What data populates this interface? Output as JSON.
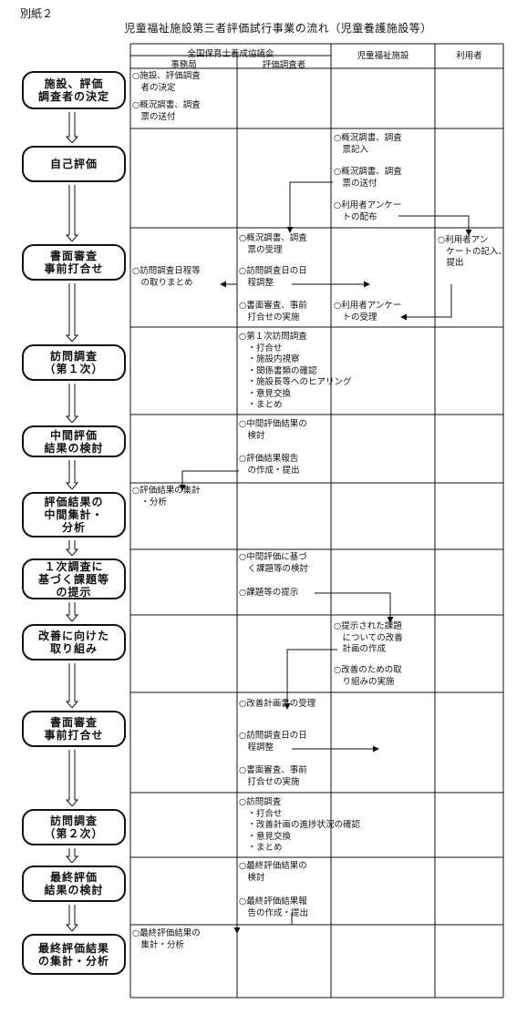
{
  "header": {
    "doc_label": "別紙２",
    "title": "児童福祉施設第三者評価試行事業の流れ（児童養護施設等）"
  },
  "columns": {
    "group": "全国保育士養成協議会",
    "office": "事務局",
    "evaluator": "評価調査者",
    "facility": "児童福祉施設",
    "user": "利用者"
  },
  "steps": [
    {
      "label": "施設、評価\n調査者の決定",
      "office": [
        "○施設、評価調査\n　者の決定",
        "○概況調書、調査\n　票の送付"
      ],
      "evaluator": [],
      "facility": [],
      "user": []
    },
    {
      "label": "自己評価",
      "office": [],
      "evaluator": [],
      "facility": [
        "○概況調書、調査\n　票記入",
        "○概況調書、調査\n　票の送付",
        "○利用者アンケー\n　トの配布"
      ],
      "user": []
    },
    {
      "label": "書面審査\n事前打合せ",
      "office": [
        "○訪問調査日程等\n　の取りまとめ"
      ],
      "evaluator": [
        "○概況調書、調査\n　票の受理",
        "○訪問調査日の日\n　程調整",
        "○書面審査、事前\n　打合せの実施"
      ],
      "facility": [
        "○利用者アンケー\n　トの受理"
      ],
      "user": [
        "○利用者アン\n　ケートの記入、\n　提出"
      ]
    },
    {
      "label": "訪問調査\n（第１次）",
      "office": [],
      "evaluator": [
        "○第１次訪問調査\n　・打合せ\n　・施設内視察\n　・関係書類の確認\n　・施設長等へのヒアリング\n　・意見交換\n　・まとめ"
      ],
      "facility": [],
      "user": []
    },
    {
      "label": "中間評価\n結果の検討",
      "office": [],
      "evaluator": [
        "○中間評価結果の\n　検討",
        "○評価結果報告\n　の作成・提出"
      ],
      "facility": [],
      "user": []
    },
    {
      "label": "評価結果の\n中間集計・\n分析",
      "office": [
        "○評価結果の集計\n　・分析"
      ],
      "evaluator": [],
      "facility": [],
      "user": []
    },
    {
      "label": "１次調査に\n基づく課題等\nの提示",
      "office": [],
      "evaluator": [
        "○中間評価に基づ\n　く課題等の検討",
        "○課題等の提示"
      ],
      "facility": [],
      "user": []
    },
    {
      "label": "改善に向けた\n取り組み",
      "office": [],
      "evaluator": [],
      "facility": [
        "○提示された課題\n　についての改善\n　計画の作成",
        "○改善のための取\n　り組みの実施"
      ],
      "user": []
    },
    {
      "label": "書面審査\n事前打合せ",
      "office": [],
      "evaluator": [
        "○改善計画書の受理",
        "○訪問調査日の日\n　程調整",
        "○書面審査、事前\n　打合せの実施"
      ],
      "facility": [],
      "user": []
    },
    {
      "label": "訪問調査\n（第２次）",
      "office": [],
      "evaluator": [
        "○訪問調査\n　・打合せ\n　・改善計画の進捗状況の確認\n　・意見交換\n　・まとめ"
      ],
      "facility": [],
      "user": []
    },
    {
      "label": "最終評価\n結果の検討",
      "office": [],
      "evaluator": [
        "○最終評価結果の\n　検討",
        "○最終評価結果報\n　告の作成・提出"
      ],
      "facility": [],
      "user": []
    },
    {
      "label": "最終評価結果\nの集計・分析",
      "office": [
        "○最終評価結果の\n　集計・分析"
      ],
      "evaluator": [],
      "facility": [],
      "user": []
    }
  ]
}
